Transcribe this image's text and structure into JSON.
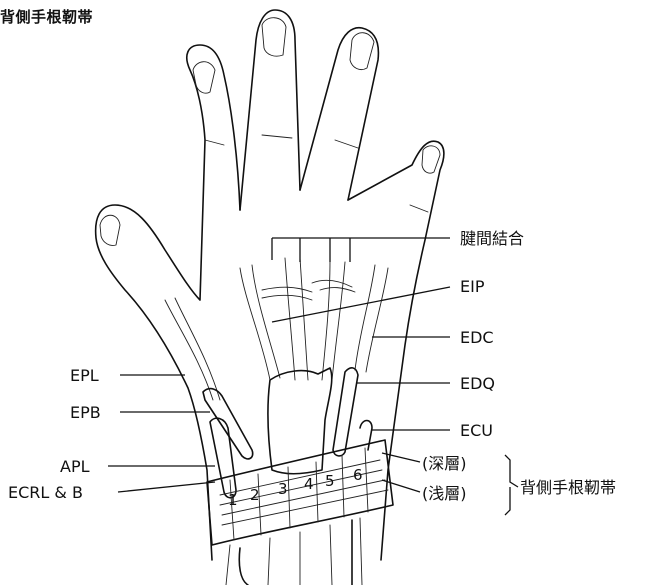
{
  "title": "背側手根靭帯",
  "labels": {
    "kenkan": "腱間結合",
    "eip": "EIP",
    "edc": "EDC",
    "edq": "EDQ",
    "ecu": "ECU",
    "epl": "EPL",
    "epb": "EPB",
    "apl": "APL",
    "ecrl": "ECRL & B",
    "deep": "(深層)",
    "shallow": "(浅層)",
    "retinaculum": "背側手根靭帯"
  },
  "compartments": [
    "1",
    "2",
    "3",
    "4",
    "5",
    "6"
  ]
}
